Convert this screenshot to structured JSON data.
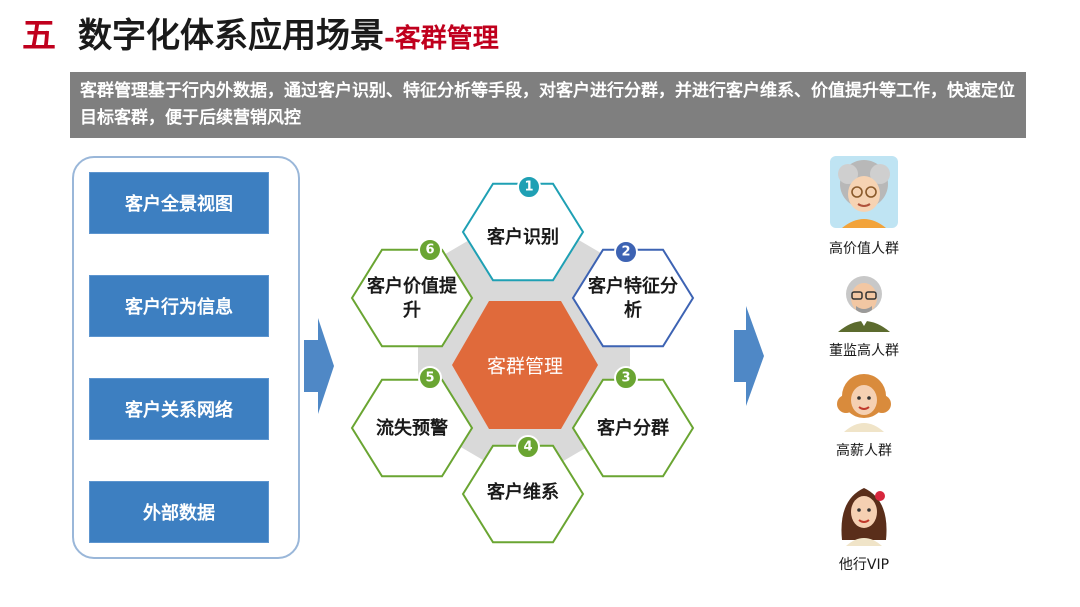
{
  "title": {
    "number": "五",
    "main": "数字化体系应用场景",
    "sub": "-客群管理"
  },
  "description": "客群管理基于行内外数据，通过客户识别、特征分析等手段，对客户进行分群，并进行客户维系、价值提升等工作，快速定位目标客群，便于后续营销风控",
  "sources": [
    "客户全景视图",
    "客户行为信息",
    "客户关系网络",
    "外部数据"
  ],
  "center": {
    "label": "客群管理",
    "color": "#e06a3b"
  },
  "steps": [
    {
      "num": "1",
      "label": "客户识别",
      "color": "#1fa0b4"
    },
    {
      "num": "2",
      "label": "客户特征分析",
      "color": "#3d63b3"
    },
    {
      "num": "3",
      "label": "客户分群",
      "color": "#6aa532"
    },
    {
      "num": "4",
      "label": "客户维系",
      "color": "#6aa532"
    },
    {
      "num": "5",
      "label": "流失预警",
      "color": "#6aa532"
    },
    {
      "num": "6",
      "label": "客户价值提升",
      "color": "#6aa532"
    }
  ],
  "personas": [
    {
      "label": "高价值人群",
      "icon": "elderly-woman-avatar-icon"
    },
    {
      "label": "董监高人群",
      "icon": "elderly-man-avatar-icon"
    },
    {
      "label": "高薪人群",
      "icon": "woman-avatar-icon"
    },
    {
      "label": "他行VIP",
      "icon": "young-woman-avatar-icon"
    }
  ],
  "colors": {
    "accent_red": "#c0001d",
    "source_blue": "#3d7fc1",
    "arrow_blue": "#4f88c6",
    "desc_gray": "#7f7f7f"
  }
}
